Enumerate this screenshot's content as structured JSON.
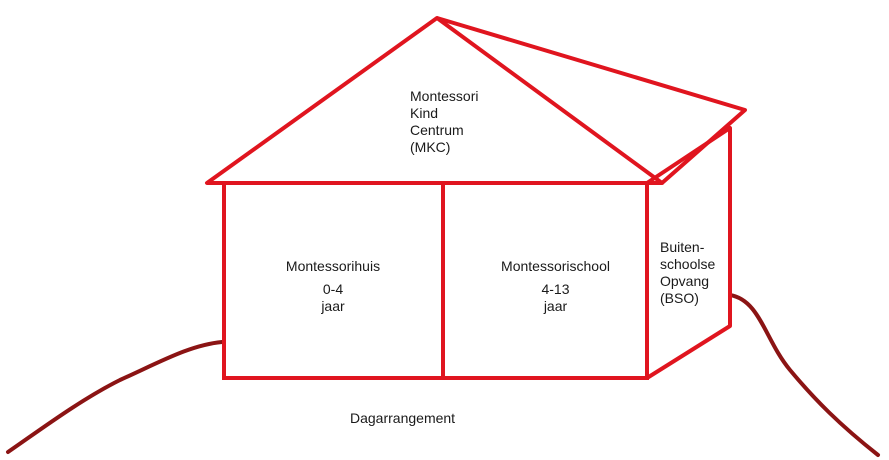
{
  "diagram": {
    "roof_label": [
      "Montessori",
      "Kind",
      "Centrum",
      "(MKC)"
    ],
    "left_room": {
      "title": "Montessorihuis",
      "age": "0-4",
      "unit": "jaar"
    },
    "middle_room": {
      "title": "Montessorischool",
      "age": "4-13",
      "unit": "jaar"
    },
    "side_room": [
      "Buiten-",
      "schoolse",
      "Opvang",
      "(BSO)"
    ],
    "ground_label": "Dagarrangement",
    "colors": {
      "house_line": "#e0151f",
      "hill_line": "#8b1414",
      "text": "#1a1a1a"
    }
  }
}
